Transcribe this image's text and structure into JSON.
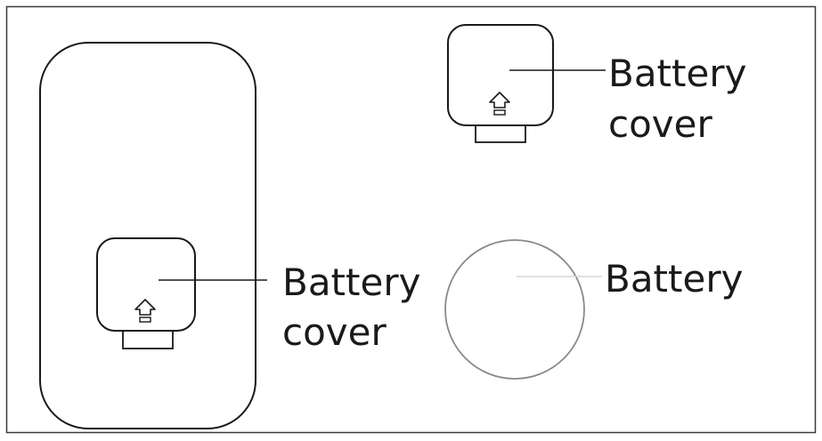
{
  "labels": {
    "remote_cover_line1": "Battery",
    "remote_cover_line2": "cover",
    "detached_cover_line1": "Battery",
    "detached_cover_line2": "cover",
    "battery": "Battery"
  },
  "icons": {
    "remote_cover_arrow": "up-arrow-icon",
    "detached_cover_arrow": "up-arrow-icon"
  },
  "colors": {
    "outline": "#1a1a1a",
    "battery_outline": "#8a8a8a",
    "text": "#1a1a1a"
  }
}
